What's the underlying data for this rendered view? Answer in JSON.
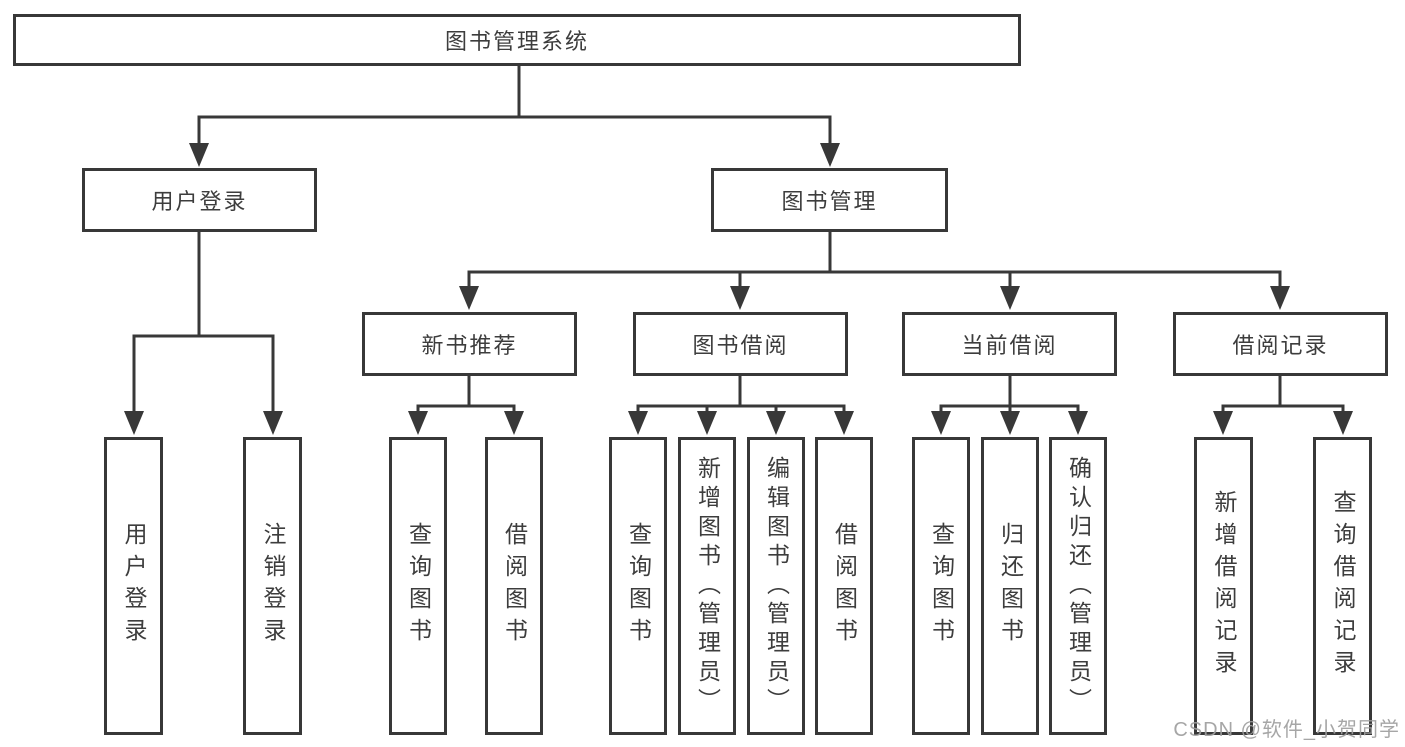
{
  "colors": {
    "line": "#383838",
    "box_border": "#383838",
    "box_fill": "#ffffff",
    "text": "#3d3d3d",
    "watermark": "#9e9e9e",
    "background": "#ffffff"
  },
  "watermark": {
    "text": "CSDN @软件_小贺同学"
  },
  "tree": {
    "root": {
      "label": "图书管理系统"
    },
    "children": [
      {
        "label": "用户登录",
        "children": [
          {
            "label": "用户登录"
          },
          {
            "label": "注销登录"
          }
        ]
      },
      {
        "label": "图书管理",
        "children": [
          {
            "label": "新书推荐",
            "children": [
              {
                "label": "查询图书"
              },
              {
                "label": "借阅图书"
              }
            ]
          },
          {
            "label": "图书借阅",
            "children": [
              {
                "label": "查询图书"
              },
              {
                "label": "新增图书（管理员）"
              },
              {
                "label": "编辑图书（管理员）"
              },
              {
                "label": "借阅图书"
              }
            ]
          },
          {
            "label": "当前借阅",
            "children": [
              {
                "label": "查询图书"
              },
              {
                "label": "归还图书"
              },
              {
                "label": "确认归还（管理员）"
              }
            ]
          },
          {
            "label": "借阅记录",
            "children": [
              {
                "label": "新增借阅记录"
              },
              {
                "label": "查询借阅记录"
              }
            ]
          }
        ]
      }
    ]
  }
}
